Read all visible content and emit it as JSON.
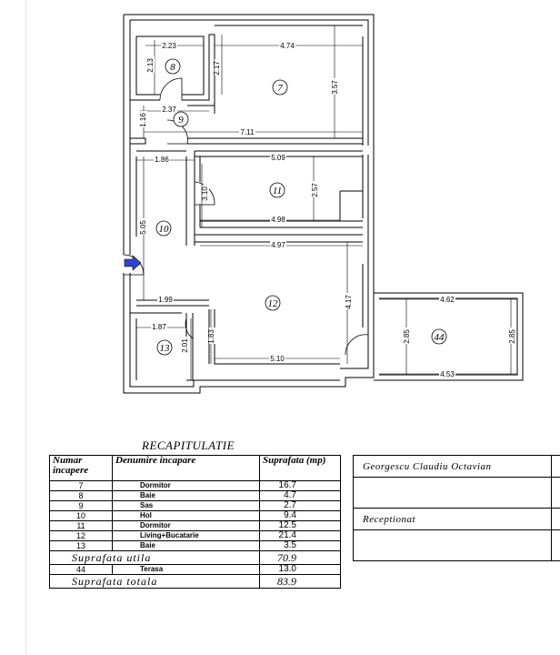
{
  "floor_plan": {
    "dimensions": [
      "2.23",
      "2.13",
      "4.74",
      "2.17",
      "3.57",
      "2.37",
      "1.16",
      "7.11",
      "1.86",
      "5.09",
      "3.10",
      "2.57",
      "4.98",
      "5.05",
      "4.97",
      "1.99",
      "4.17",
      "1.87",
      "2.01",
      "1.83",
      "5.10",
      "4.62",
      "2.85",
      "2.85",
      "4.53"
    ],
    "rooms": [
      "8",
      "7",
      "9",
      "11",
      "10",
      "12",
      "13",
      "44"
    ],
    "entrance_arrow_color": "#3344cc"
  },
  "recap": {
    "title": "RECAPITULATIE",
    "headers": {
      "number": "Numar incapere",
      "name": "Denumire incapare",
      "area": "Suprafata (mp)"
    },
    "rows": [
      {
        "number": "7",
        "name": "Dormitor",
        "area": "16.7"
      },
      {
        "number": "8",
        "name": "Baie",
        "area": "4.7"
      },
      {
        "number": "9",
        "name": "Sas",
        "area": "2.7"
      },
      {
        "number": "10",
        "name": "Hol",
        "area": "9.4"
      },
      {
        "number": "11",
        "name": "Dormitor",
        "area": "12.5"
      },
      {
        "number": "12",
        "name": "Living+Bucatarie",
        "area": "21.4"
      },
      {
        "number": "13",
        "name": "Baie",
        "area": "3.5"
      }
    ],
    "useful_label": "Suprafata utila",
    "useful_value": "70.9",
    "terrace": {
      "number": "44",
      "name": "Terasa",
      "area": "13.0"
    },
    "total_label": "Suprafata totala",
    "total_value": "83.9"
  },
  "signature": {
    "owner": "Georgescu Claudiu Octavian",
    "received": "Receptionat"
  }
}
